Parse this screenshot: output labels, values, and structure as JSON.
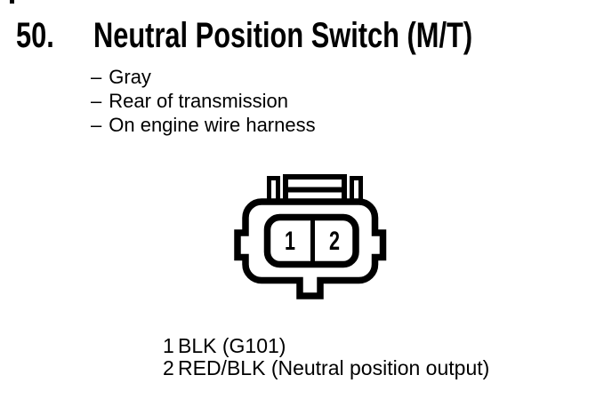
{
  "page": {
    "item_number": "50.",
    "title": "Neutral Position Switch (M/T)"
  },
  "colors": {
    "ink": "#000000",
    "paper": "#ffffff"
  },
  "details": [
    {
      "marker": "–",
      "label": "Gray"
    },
    {
      "marker": "–",
      "label": "Rear of transmission"
    },
    {
      "marker": "–",
      "label": "On engine wire harness"
    }
  ],
  "connector": {
    "cavities": [
      {
        "number": "1"
      },
      {
        "number": "2"
      }
    ]
  },
  "legend": [
    {
      "pin": "1",
      "wire": "BLK (G101)"
    },
    {
      "pin": "2",
      "wire": "RED/BLK (Neutral position output)"
    }
  ]
}
